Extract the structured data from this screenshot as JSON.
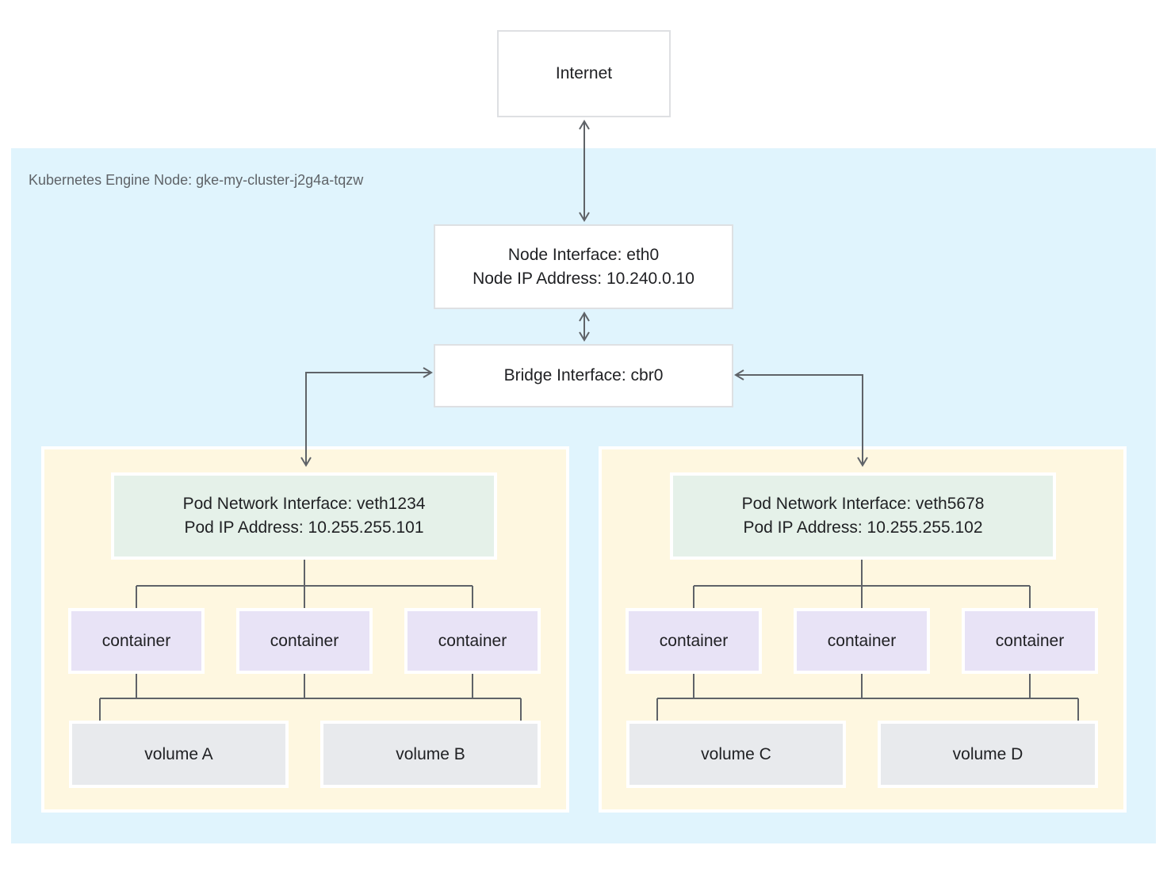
{
  "diagram": {
    "internet_label": "Internet",
    "node_region": {
      "label": "Kubernetes Engine Node: gke-my-cluster-j2g4a-tqzw",
      "node_interface": {
        "line1": "Node Interface: eth0",
        "line2": "Node IP Address: 10.240.0.10"
      },
      "bridge_interface": {
        "label": "Bridge Interface: cbr0"
      },
      "pods": [
        {
          "interface": {
            "line1": "Pod Network Interface: veth1234",
            "line2": "Pod IP Address: 10.255.255.101"
          },
          "containers": [
            "container",
            "container",
            "container"
          ],
          "volumes": [
            "volume A",
            "volume B"
          ]
        },
        {
          "interface": {
            "line1": "Pod Network Interface: veth5678",
            "line2": "Pod IP Address: 10.255.255.102"
          },
          "containers": [
            "container",
            "container",
            "container"
          ],
          "volumes": [
            "volume C",
            "volume D"
          ]
        }
      ]
    },
    "colors": {
      "node_region_bg": "#E0F4FD",
      "pod_bg": "#FEF7E0",
      "pod_interface_bg": "#E5F1E9",
      "container_bg": "#E8E3F6",
      "volume_bg": "#E8EAED",
      "box_border": "#DEE0E3",
      "connector_line": "#5F6368",
      "text": "#202124",
      "region_label_text": "#5F6368"
    }
  }
}
